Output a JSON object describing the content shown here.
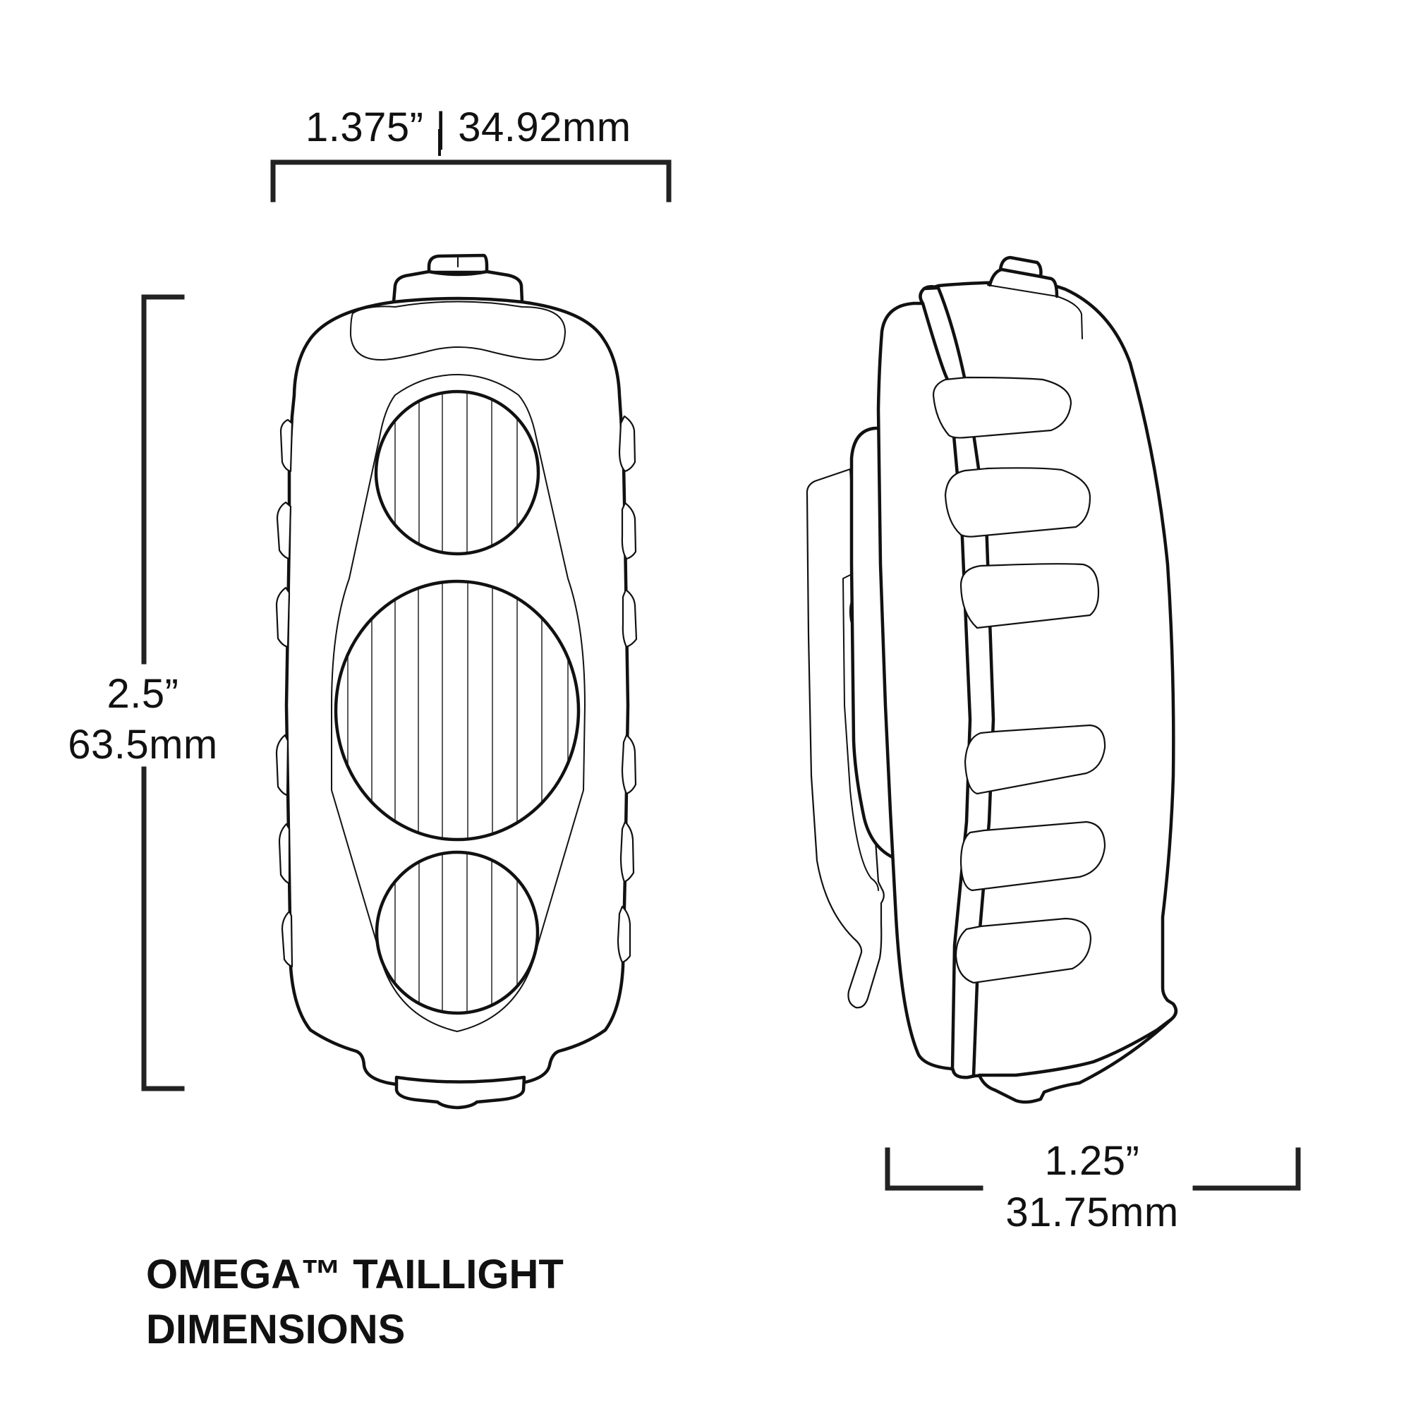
{
  "product": {
    "name": "OMEGA™ TAILLIGHT",
    "caption_line1": "OMEGA™ TAILLIGHT",
    "caption_line2": "DIMENSIONS"
  },
  "dimensions": {
    "width": {
      "label": "1.375” | 34.92mm",
      "inches": "1.375”",
      "mm": "34.92mm"
    },
    "height": {
      "inches": "2.5”",
      "mm": "63.5mm"
    },
    "depth": {
      "inches": "1.25”",
      "mm": "31.75mm"
    }
  },
  "views": {
    "front": {
      "name": "front-view",
      "lenses": 3,
      "side_grips_per_side": 6
    },
    "side": {
      "name": "side-view",
      "fins": 6
    }
  },
  "colors": {
    "line": "#111111",
    "background": "#ffffff",
    "bracket": "#222222"
  }
}
